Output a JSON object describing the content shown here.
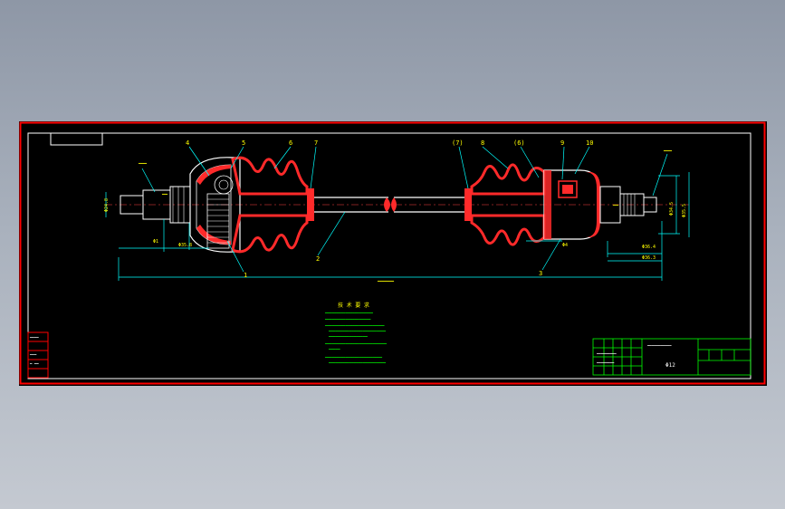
{
  "drawing": {
    "title_block_text": "Φ12",
    "part_numbers": [
      "4",
      "5",
      "6",
      "7",
      "(7)",
      "8",
      "(6)",
      "9",
      "10",
      "1",
      "2",
      "3"
    ],
    "dimensions": {
      "left_dia": "Φ24.8",
      "left_len": "Φ35.8",
      "left_span": "Φ1",
      "right_dia1": "Φ34.5",
      "right_dia2": "Φ35.5",
      "right_len1": "Φ36.4",
      "right_len2": "Φ36.3",
      "center": "Φ4"
    },
    "tech_notes_title": "技 术 要 求"
  },
  "colors": {
    "background": "#000000",
    "frame": "#ffffff",
    "shaft": "#ffffff",
    "boot": "#ff2a2a",
    "dimension": "#00ffff",
    "label": "#ffff00",
    "table": "#00ff00",
    "outline": "#ff0000"
  }
}
